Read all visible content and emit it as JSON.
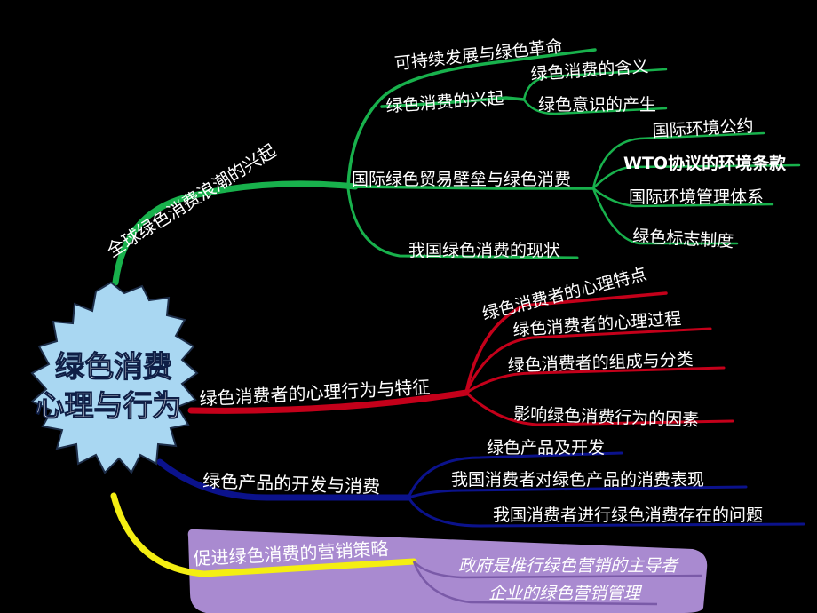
{
  "center": {
    "line1": "绿色消费",
    "line2": "心理与行为"
  },
  "branches": {
    "green": {
      "label": "全球绿色消费浪潮的兴起",
      "children": [
        "可持续发展与绿色革命",
        "绿色消费的兴起",
        "国际绿色贸易壁垒与绿色消费",
        "我国绿色消费的现状"
      ],
      "sub_rise": [
        "绿色消费的含义",
        "绿色意识的产生"
      ],
      "sub_trade": [
        "国际环境公约",
        "WTO",
        "协议的环境条款",
        "国际环境管理体系",
        "绿色标志制度"
      ]
    },
    "red": {
      "label": "绿色消费者的心理行为与特征",
      "children": [
        "绿色消费者的心理特点",
        "绿色消费者的心理过程",
        "绿色消费者的组成与分类",
        "影响绿色消费行为的因素"
      ]
    },
    "blue": {
      "label": "绿色产品的开发与消费",
      "children": [
        "绿色产品及开发",
        "我国消费者对绿色产品的消费表现",
        "我国消费者进行绿色消费存在的问题"
      ]
    },
    "yellow": {
      "label": "促进绿色消费的营销策略",
      "children": [
        "政府是推行绿色营销的主导者",
        "企业的绿色营销管理"
      ]
    }
  },
  "colors": {
    "green": "#18b14c",
    "red": "#c4001a",
    "blue": "#0b128c",
    "yellow": "#f4ee12",
    "purple": "#a98ad0",
    "center_fill": "#a9d7f2"
  }
}
